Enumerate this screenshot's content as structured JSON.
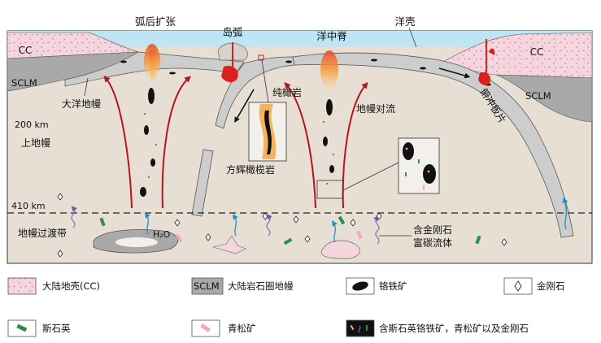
{
  "labels": {
    "backarc": "弧后扩张",
    "island_arc": "岛弧",
    "mid_ridge_right": "洋中脊",
    "oceanic_crust": "洋壳",
    "cc_left": "CC",
    "cc_right": "CC",
    "sclm_left": "SCLM",
    "sclm_right": "SCLM",
    "oceanic_mantle": "大洋地幔",
    "dunite": "纯橄岩",
    "mantle_convection": "地幔对流",
    "subducting_slab": "俯冲板片",
    "depth_200": "200 km",
    "upper_mantle": "上地幔",
    "harzburgite": "方辉橄榄岩",
    "depth_410": "410 km",
    "h2o": "H₂O",
    "transition_zone": "地幔过渡带",
    "diamond_fluid_1": "含金刚石",
    "diamond_fluid_2": "富碳流体"
  },
  "legend": [
    {
      "key": "cc",
      "symbol": "CC",
      "label": "大陆地壳(CC)"
    },
    {
      "key": "sclm",
      "symbol": "SCLM",
      "label": "大陆岩石圈地幔"
    },
    {
      "key": "chromite",
      "symbol": "",
      "label": "铬铁矿"
    },
    {
      "key": "diamond",
      "symbol": "",
      "label": "金刚石"
    },
    {
      "key": "coesite",
      "symbol": "",
      "label": "斯石英"
    },
    {
      "key": "qingsongite",
      "symbol": "",
      "label": "青松矿"
    },
    {
      "key": "combo",
      "symbol": "",
      "label": "含斯石英铬铁矿，青松矿以及金刚石"
    }
  ],
  "colors": {
    "mantle": "#e7dfd3",
    "ocean": "#bfe4f4",
    "crust_pink": "#f6d6de",
    "sclm_gray": "#a9a9a9",
    "slab_gray": "#cdcdcd",
    "arrow_red": "#b8141c",
    "arrow_blue": "#1e8fd0",
    "wavy_purple": "#8f78b8",
    "coesite_green": "#2f8f48",
    "qingsongite_pink": "#f2a8b8",
    "chromite_black": "#111111"
  }
}
